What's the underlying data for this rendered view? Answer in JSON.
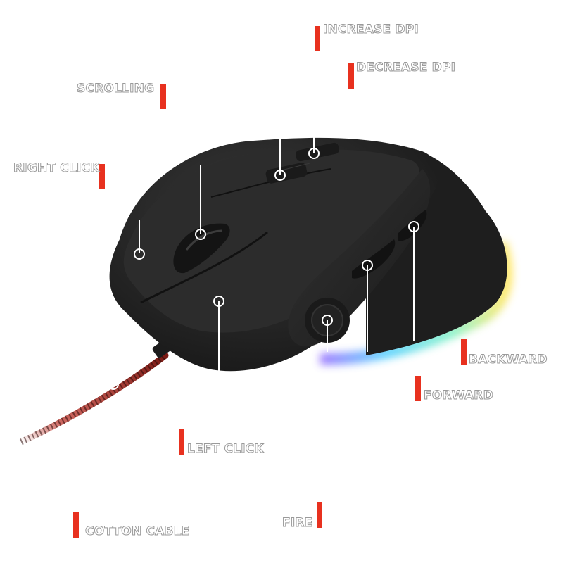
{
  "labels": {
    "increase_dpi": "INCREASE DPI",
    "decrease_dpi": "DECREASE DPI",
    "scrolling": "SCROLLING",
    "right_click": "RIGHT CLICK",
    "backward": "BACKWARD",
    "forward": "FORWARD",
    "left_click": "LEFT CLICK",
    "fire": "FIRE",
    "cotton_cable": "COTTON CABLE"
  },
  "colors": {
    "accent_bar": "#e8311f",
    "mouse_body": "#2a2a2a",
    "cable": "#b8261c"
  }
}
